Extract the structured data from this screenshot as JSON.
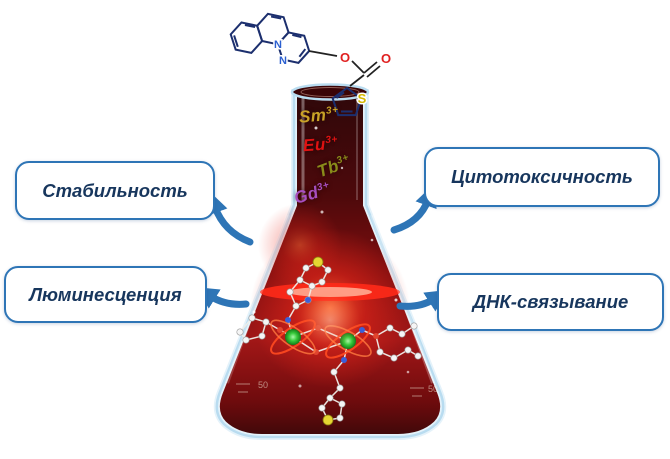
{
  "figure": {
    "type": "graphical-abstract",
    "boxes": [
      {
        "label": "Стабильность"
      },
      {
        "label": "Цитотоксичность"
      },
      {
        "label": "Люминесценция"
      },
      {
        "label": "ДНК-связывание"
      }
    ],
    "ions": [
      {
        "symbol": "Sm",
        "charge": "3+",
        "color": "#c9a227"
      },
      {
        "symbol": "Eu",
        "charge": "3+",
        "color": "#e01212"
      },
      {
        "symbol": "Tb",
        "charge": "3+",
        "color": "#8a8c1a"
      },
      {
        "symbol": "Gd",
        "charge": "3+",
        "color": "#a84fc0"
      }
    ],
    "molecule_atoms": {
      "n1": "N",
      "n2": "N",
      "o_ester": "O",
      "o_carbonyl": "O",
      "s_thiophene": "S"
    },
    "flask": {
      "graduation_left": "50",
      "graduation_right": "50"
    },
    "colors": {
      "box_border": "#2e75b6",
      "box_text": "#17365d",
      "arrow": "#2e75b6",
      "liquid": "#a01313"
    }
  }
}
